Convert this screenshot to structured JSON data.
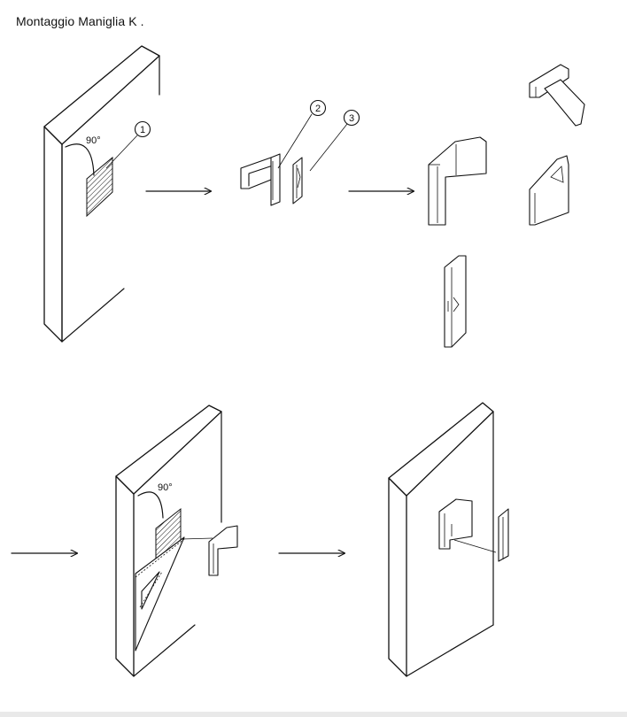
{
  "title": "Montaggio Maniglia K .",
  "angle_label": "90°",
  "callouts": [
    "1",
    "2",
    "3"
  ],
  "icons": {
    "step1": "door-panel-with-template-area",
    "step2": "handle-parts-exploded",
    "step3": "handle-views",
    "step4": "door-panel-marking-with-template",
    "step5": "door-panel-handle-insertion"
  }
}
